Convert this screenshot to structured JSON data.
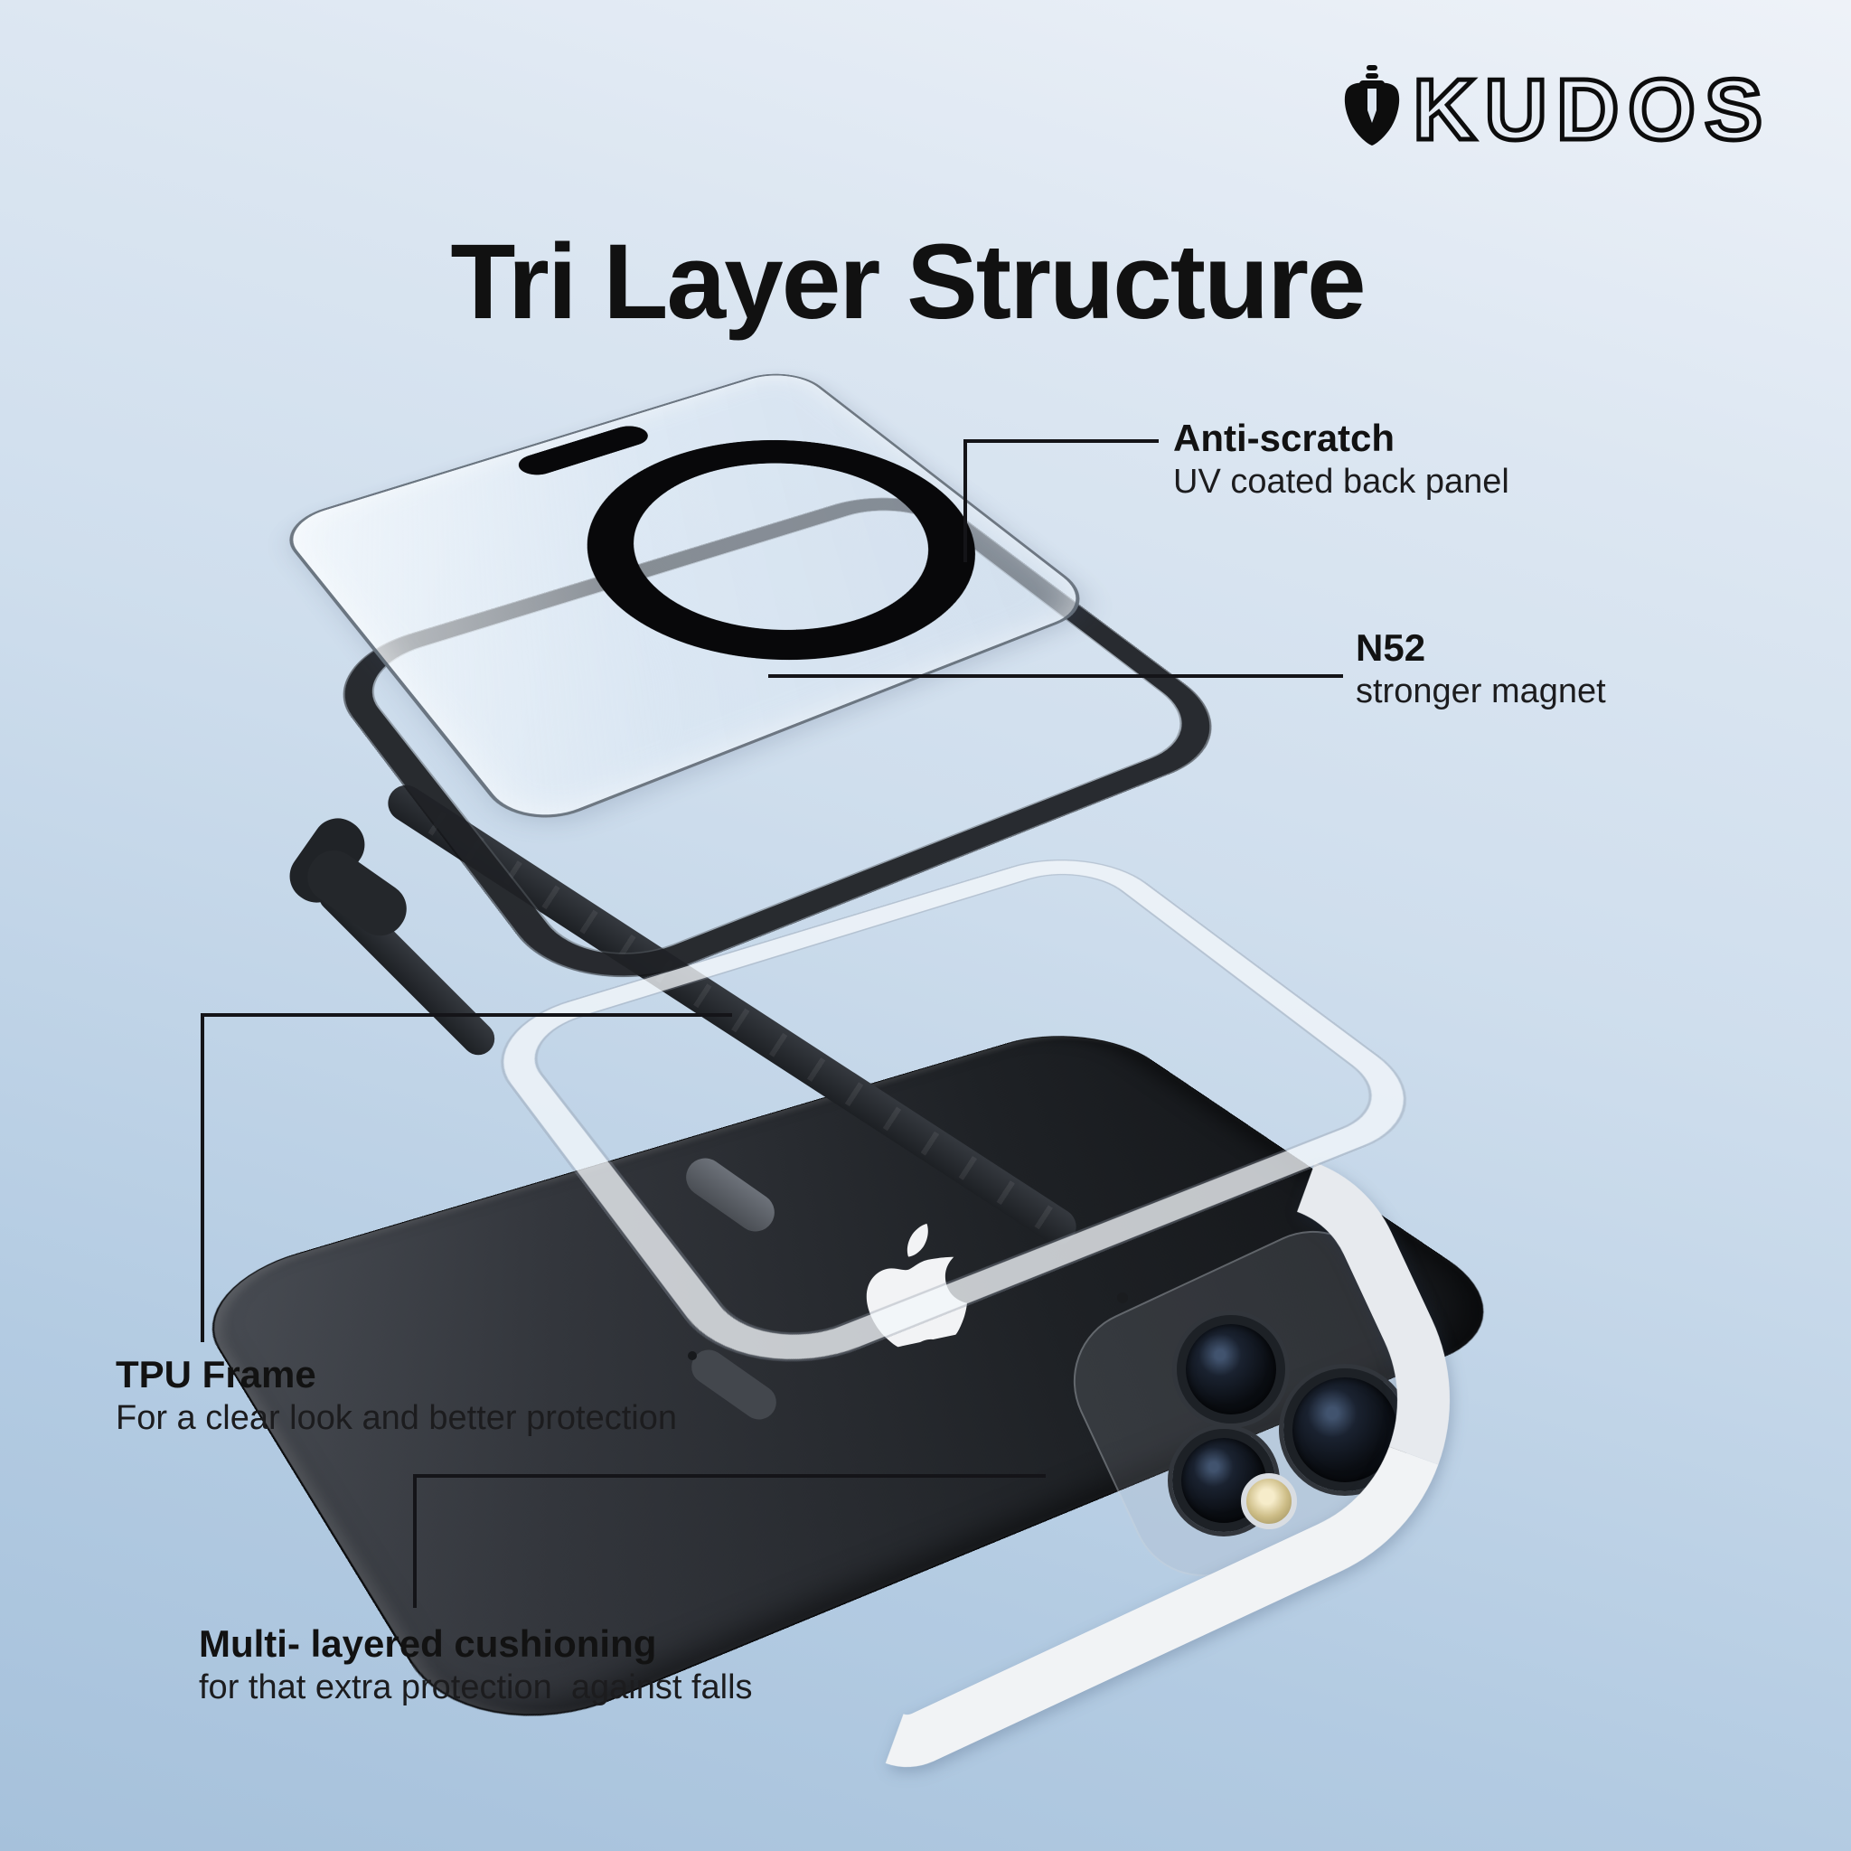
{
  "brand": {
    "name": "KUDOS",
    "icon": "shield-sword-icon"
  },
  "title": "Tri Layer Structure",
  "callouts": {
    "anti_scratch": {
      "heading": "Anti-scratch",
      "body": "UV coated back panel"
    },
    "n52": {
      "heading": "N52",
      "body": "stronger magnet"
    },
    "tpu_frame": {
      "heading": "TPU Frame",
      "body": "For a clear look and better protection"
    },
    "cushioning": {
      "heading": "Multi- layered cushioning",
      "body": "for that extra protection  against falls"
    }
  },
  "product": {
    "magnet_ring_icon": "magsafe-ring-icon",
    "phone_logo_icon": "apple-icon",
    "cushion_color": "#f1f3f5",
    "case_black": "#1f2125"
  },
  "colors": {
    "background_top": "#eef2f8",
    "background_bottom": "#a6c1db",
    "text": "#141414",
    "leader_line": "#141418"
  }
}
